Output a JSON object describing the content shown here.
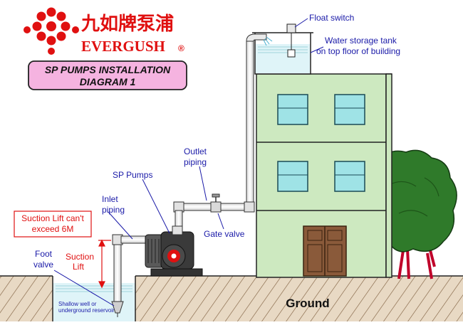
{
  "brand": {
    "chinese_name": "九如牌泵浦",
    "english_name": "EVERGUSH",
    "registered_mark": "®"
  },
  "title_box": {
    "line1": "SP PUMPS INSTALLATION",
    "line2": "DIAGRAM 1"
  },
  "labels": {
    "float_switch": "Float switch",
    "tank_line1": "Water storage tank",
    "tank_line2": "on top floor of building",
    "outlet_line1": "Outlet",
    "outlet_line2": "piping",
    "sp_pumps": "SP Pumps",
    "inlet_line1": "Inlet",
    "inlet_line2": "piping",
    "gate_valve": "Gate valve",
    "warn_line1": "Suction Lift can't",
    "warn_line2": "exceed 6M",
    "foot_line1": "Foot",
    "foot_line2": "valve",
    "suction_line1": "Suction",
    "suction_line2": "Lift",
    "well_line1": "Shallow well or",
    "well_line2": "underground reservoir",
    "ground": "Ground"
  },
  "colors": {
    "brand_red": "#e01010",
    "label_blue": "#1a1aa8",
    "title_pink": "#f5b3e0",
    "building_green": "#cde9c0",
    "window_cyan": "#9fe3e6",
    "door_brown": "#8a5a3a",
    "tree_green": "#2f7a2a",
    "trunk_red": "#c0002a",
    "warning_red": "#e01010"
  }
}
